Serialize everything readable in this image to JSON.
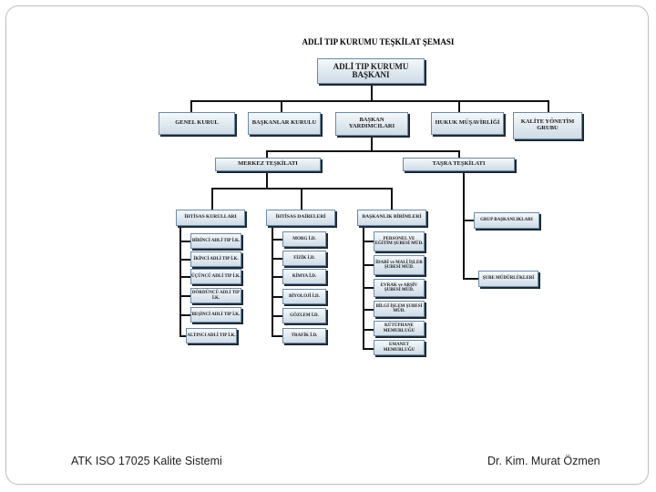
{
  "diagram": {
    "title": "ADLİ TIP KURUMU TEŞKİLAT ŞEMASI",
    "root": "ADLİ TIP KURUMU BAŞKANI",
    "level2": [
      "GENEL KURUL",
      "BAŞKANLAR KURULU",
      "BAŞKAN YARDIMCILARI",
      "HUKUK MÜŞAVİRLİĞİ",
      "KALİTE YÖNETİM GRUBU"
    ],
    "merkez": "MERKEZ TEŞKİLATI",
    "tasra": "TAŞRA TEŞKİLATI",
    "ihtisas_kurullari": {
      "title": "İHTİSAS KURULLARI",
      "items": [
        "BİRİNCİ ADLİ TIP İ.K.",
        "İKİNCİ ADLİ TIP İ.K.",
        "ÜÇÜNCÜ ADLİ TIP İ.K.",
        "DÖRDÜNCÜ ADLİ TIP İ.K.",
        "BEŞİNCİ ADLİ TIP İ.K.",
        "ALTINCI ADLİ TIP İ.K."
      ]
    },
    "ihtisas_daireleri": {
      "title": "İHTİSAS DAİRELERİ",
      "items": [
        "MORG İ.D.",
        "FİZİK İ.D.",
        "KİMYA İ.D.",
        "BİYOLOJİ İ.D.",
        "GÖZLEM İ.D.",
        "TRAFİK İ.D."
      ]
    },
    "baskanlik_birimleri": {
      "title": "BAŞKANLIK BİRİMLERİ",
      "items": [
        "PERSONEL VE EĞİTİM ŞUBESİ MÜD.",
        "İDARİ ve MALİ İŞLER ŞUBESİ MÜD.",
        "EVRAK ve ARŞİV ŞUBESİ MÜD.",
        "BİLGİ İŞLEM ŞUBESİ MÜD.",
        "KÜTÜPHANE MEMURLUĞU",
        "EMANET MEMURLUĞU"
      ]
    },
    "tasra_items": [
      "GRUP BAŞKANLIKLARI",
      "ŞUBE MÜDÜRLÜKLERİ"
    ]
  },
  "footer": {
    "left": "ATK ISO 17025 Kalite Sistemi",
    "right": "Dr. Kim. Murat Özmen"
  }
}
